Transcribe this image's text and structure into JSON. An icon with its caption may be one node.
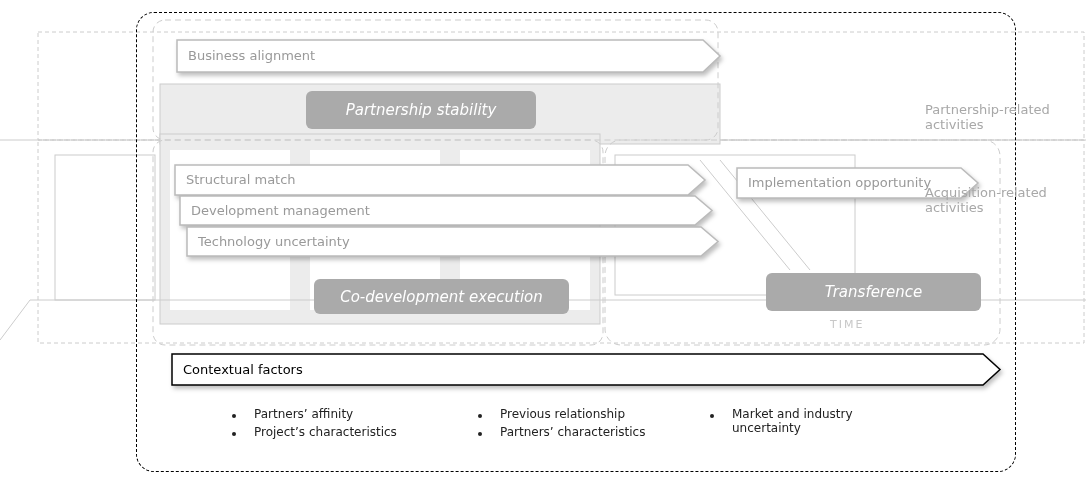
{
  "diagram": {
    "nodes": [
      {
        "text": [],
        "shape": "box"
      },
      {
        "text": [
          "Business alignment"
        ],
        "in": 0
      },
      {
        "text": [
          "Partnership stability"
        ],
        "in": 0
      },
      {
        "text": [
          "Structural match"
        ],
        "in": 0
      },
      {
        "text": [
          "Development management"
        ],
        "in": 0
      },
      {
        "text": [
          "Technology uncertainty"
        ],
        "in": 0
      },
      {
        "text": [
          "Implementation opportunity"
        ],
        "in": 0
      },
      {
        "text": [
          "Co-development execution"
        ],
        "in": 0
      },
      {
        "text": [
          "Transference"
        ],
        "in": 0
      },
      {
        "text": [
          "Contextual factors"
        ],
        "in": 0
      }
    ],
    "edges": [],
    "labels": [
      "Partnership-related activities",
      "Acquisition-related activities",
      "TIME",
      "Partners’ affinity",
      "Project’s characteristics",
      "Previous relationship",
      "Partners’ characteristics",
      "Market and industry uncertainty"
    ]
  }
}
